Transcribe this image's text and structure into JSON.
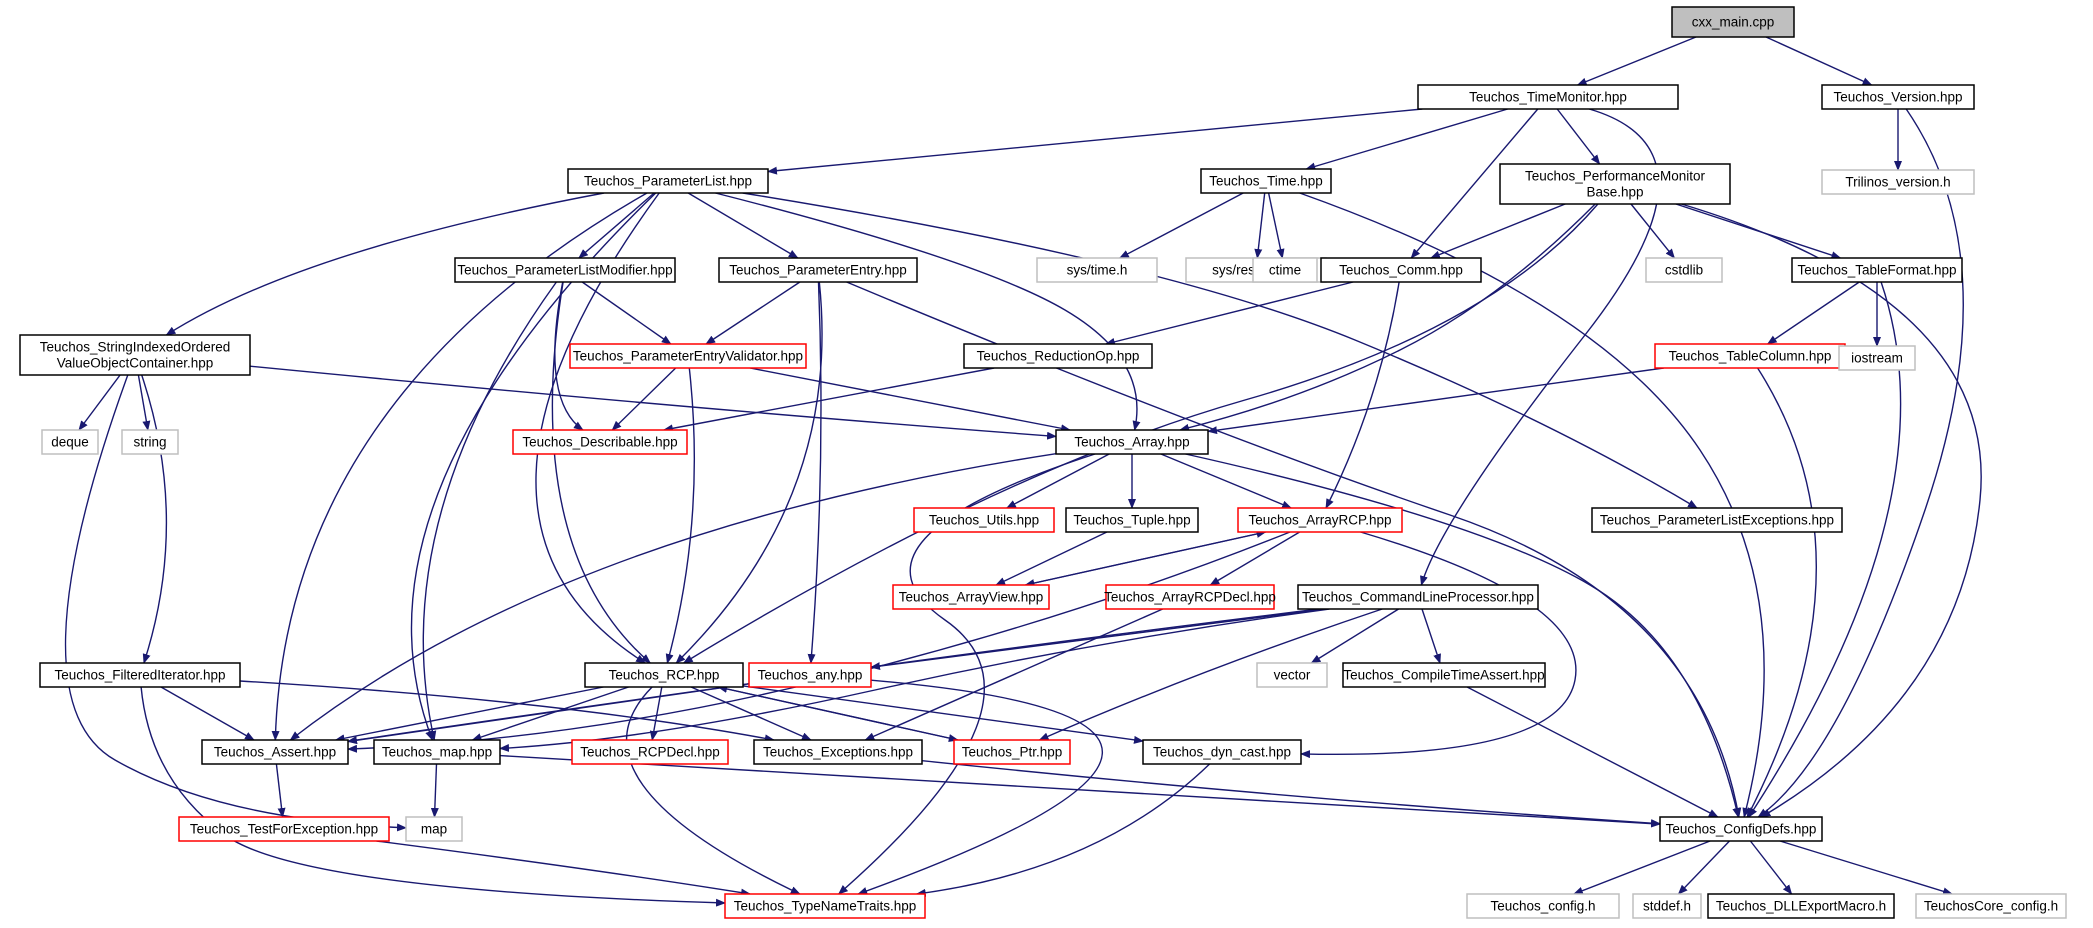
{
  "diagram": {
    "colors": {
      "edge": "#191970",
      "root_fill": "#bfbfbf",
      "documented": "#000000",
      "undocumented": "#ff0000",
      "system": "#bfbfbf"
    },
    "nodes": [
      {
        "id": "cxx_main",
        "lines": [
          "cxx_main.cpp"
        ],
        "kind": "root"
      },
      {
        "id": "timemonitor",
        "lines": [
          "Teuchos_TimeMonitor.hpp"
        ],
        "kind": "documented"
      },
      {
        "id": "version",
        "lines": [
          "Teuchos_Version.hpp"
        ],
        "kind": "documented"
      },
      {
        "id": "trilinos_version",
        "lines": [
          "Trilinos_version.h"
        ],
        "kind": "system"
      },
      {
        "id": "parameterlist",
        "lines": [
          "Teuchos_ParameterList.hpp"
        ],
        "kind": "documented"
      },
      {
        "id": "time",
        "lines": [
          "Teuchos_Time.hpp"
        ],
        "kind": "documented"
      },
      {
        "id": "perfmon",
        "lines": [
          "Teuchos_PerformanceMonitor",
          "Base.hpp"
        ],
        "kind": "documented"
      },
      {
        "id": "systime",
        "lines": [
          "sys/time.h"
        ],
        "kind": "system"
      },
      {
        "id": "sysresource",
        "lines": [
          "sys/resource.h"
        ],
        "kind": "system"
      },
      {
        "id": "ctime",
        "lines": [
          "ctime"
        ],
        "kind": "system"
      },
      {
        "id": "comm",
        "lines": [
          "Teuchos_Comm.hpp"
        ],
        "kind": "documented"
      },
      {
        "id": "cstdlib",
        "lines": [
          "cstdlib"
        ],
        "kind": "system"
      },
      {
        "id": "tableformat",
        "lines": [
          "Teuchos_TableFormat.hpp"
        ],
        "kind": "documented"
      },
      {
        "id": "plmodifier",
        "lines": [
          "Teuchos_ParameterListModifier.hpp"
        ],
        "kind": "documented"
      },
      {
        "id": "paramentry",
        "lines": [
          "Teuchos_ParameterEntry.hpp"
        ],
        "kind": "documented"
      },
      {
        "id": "stringindexed",
        "lines": [
          "Teuchos_StringIndexedOrdered",
          "ValueObjectContainer.hpp"
        ],
        "kind": "documented"
      },
      {
        "id": "peValidator",
        "lines": [
          "Teuchos_ParameterEntryValidator.hpp"
        ],
        "kind": "undocumented"
      },
      {
        "id": "reductionop",
        "lines": [
          "Teuchos_ReductionOp.hpp"
        ],
        "kind": "documented"
      },
      {
        "id": "tablecolumn",
        "lines": [
          "Teuchos_TableColumn.hpp"
        ],
        "kind": "undocumented"
      },
      {
        "id": "iostream",
        "lines": [
          "iostream"
        ],
        "kind": "system"
      },
      {
        "id": "deque",
        "lines": [
          "deque"
        ],
        "kind": "system"
      },
      {
        "id": "string",
        "lines": [
          "string"
        ],
        "kind": "system"
      },
      {
        "id": "describable",
        "lines": [
          "Teuchos_Describable.hpp"
        ],
        "kind": "undocumented"
      },
      {
        "id": "array",
        "lines": [
          "Teuchos_Array.hpp"
        ],
        "kind": "documented"
      },
      {
        "id": "utils",
        "lines": [
          "Teuchos_Utils.hpp"
        ],
        "kind": "undocumented"
      },
      {
        "id": "tuple",
        "lines": [
          "Teuchos_Tuple.hpp"
        ],
        "kind": "documented"
      },
      {
        "id": "arrayrcp",
        "lines": [
          "Teuchos_ArrayRCP.hpp"
        ],
        "kind": "undocumented"
      },
      {
        "id": "plexceptions",
        "lines": [
          "Teuchos_ParameterListExceptions.hpp"
        ],
        "kind": "documented"
      },
      {
        "id": "arrayview",
        "lines": [
          "Teuchos_ArrayView.hpp"
        ],
        "kind": "undocumented"
      },
      {
        "id": "arrayrcpdecl",
        "lines": [
          "Teuchos_ArrayRCPDecl.hpp"
        ],
        "kind": "undocumented"
      },
      {
        "id": "clp",
        "lines": [
          "Teuchos_CommandLineProcessor.hpp"
        ],
        "kind": "documented"
      },
      {
        "id": "filtered",
        "lines": [
          "Teuchos_FilteredIterator.hpp"
        ],
        "kind": "documented"
      },
      {
        "id": "rcp",
        "lines": [
          "Teuchos_RCP.hpp"
        ],
        "kind": "documented"
      },
      {
        "id": "any",
        "lines": [
          "Teuchos_any.hpp"
        ],
        "kind": "undocumented"
      },
      {
        "id": "vector",
        "lines": [
          "vector"
        ],
        "kind": "system"
      },
      {
        "id": "compiletime",
        "lines": [
          "Teuchos_CompileTimeAssert.hpp"
        ],
        "kind": "documented"
      },
      {
        "id": "assert",
        "lines": [
          "Teuchos_Assert.hpp"
        ],
        "kind": "documented"
      },
      {
        "id": "tmap",
        "lines": [
          "Teuchos_map.hpp"
        ],
        "kind": "documented"
      },
      {
        "id": "rcpdecl",
        "lines": [
          "Teuchos_RCPDecl.hpp"
        ],
        "kind": "undocumented"
      },
      {
        "id": "exceptions",
        "lines": [
          "Teuchos_Exceptions.hpp"
        ],
        "kind": "documented"
      },
      {
        "id": "ptr",
        "lines": [
          "Teuchos_Ptr.hpp"
        ],
        "kind": "undocumented"
      },
      {
        "id": "dyncast",
        "lines": [
          "Teuchos_dyn_cast.hpp"
        ],
        "kind": "documented"
      },
      {
        "id": "testforexc",
        "lines": [
          "Teuchos_TestForException.hpp"
        ],
        "kind": "undocumented"
      },
      {
        "id": "map",
        "lines": [
          "map"
        ],
        "kind": "system"
      },
      {
        "id": "configdefs",
        "lines": [
          "Teuchos_ConfigDefs.hpp"
        ],
        "kind": "documented"
      },
      {
        "id": "typenametraits",
        "lines": [
          "Teuchos_TypeNameTraits.hpp"
        ],
        "kind": "undocumented"
      },
      {
        "id": "config",
        "lines": [
          "Teuchos_config.h"
        ],
        "kind": "system"
      },
      {
        "id": "stddef",
        "lines": [
          "stddef.h"
        ],
        "kind": "system"
      },
      {
        "id": "dllexport",
        "lines": [
          "Teuchos_DLLExportMacro.h"
        ],
        "kind": "documented"
      },
      {
        "id": "corecfg",
        "lines": [
          "TeuchosCore_config.h"
        ],
        "kind": "system"
      }
    ]
  }
}
